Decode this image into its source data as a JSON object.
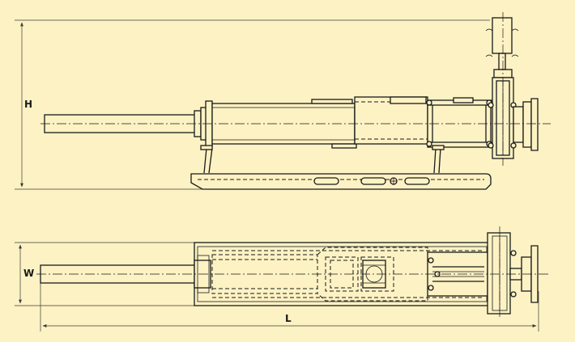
{
  "dimensions": {
    "height_label": "H",
    "width_label": "W",
    "length_label": "L"
  },
  "colors": {
    "background": "#fdf2c4",
    "line": "#1a1a1a"
  }
}
